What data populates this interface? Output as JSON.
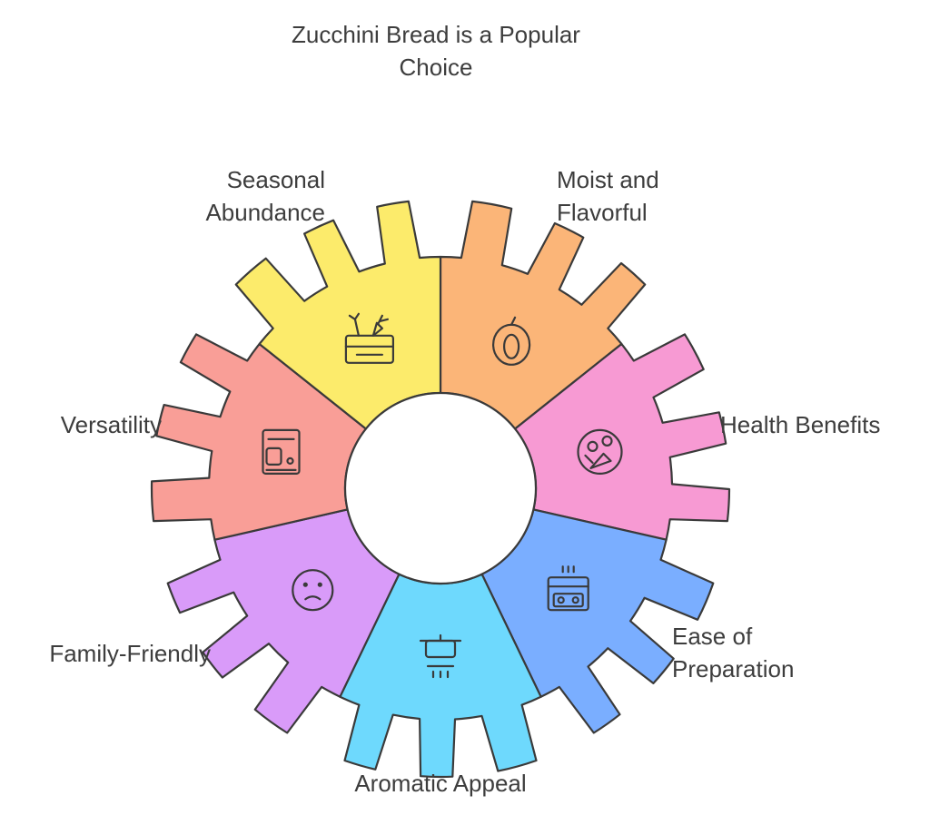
{
  "title": {
    "line1": "Zucchini Bread is a Popular",
    "line2": "Choice"
  },
  "segments": [
    {
      "id": "seasonal",
      "line1": "Seasonal",
      "line2": "Abundance",
      "color": "#FCEB6B",
      "icon": "vegetable-crate-icon"
    },
    {
      "id": "moist",
      "line1": "Moist and",
      "line2": "Flavorful",
      "color": "#FBB578",
      "icon": "fruit-icon"
    },
    {
      "id": "health",
      "line1": "Health Benefits",
      "line2": "",
      "color": "#F79AD3",
      "icon": "vegetables-plate-icon"
    },
    {
      "id": "ease",
      "line1": "Ease of",
      "line2": "Preparation",
      "color": "#7AAEFF",
      "icon": "stove-icon"
    },
    {
      "id": "aromatic",
      "line1": "Aromatic Appeal",
      "line2": "",
      "color": "#6ED9FD",
      "icon": "cooking-pot-icon"
    },
    {
      "id": "family",
      "line1": "Family-Friendly",
      "line2": "",
      "color": "#D99BF9",
      "icon": "face-icon"
    },
    {
      "id": "versatility",
      "line1": "Versatility",
      "line2": "",
      "color": "#F99E97",
      "icon": "stand-mixer-icon"
    }
  ],
  "colors": {
    "outline": "#3a3a3a",
    "hub": "#ffffff"
  }
}
